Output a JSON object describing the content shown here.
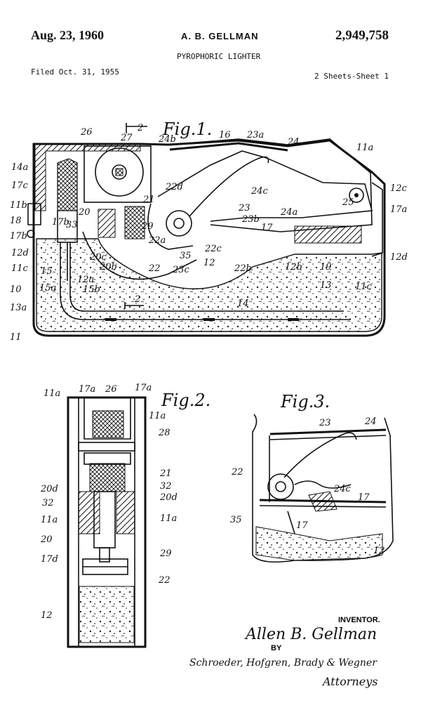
{
  "header": {
    "date": "Aug. 23, 1960",
    "inventor": "A. B. GELLMAN",
    "patent_number": "2,949,758",
    "title": "PYROPHORIC LIGHTER",
    "filed": "Filed Oct. 31, 1955",
    "sheets": "2 Sheets-Sheet 1"
  },
  "figures": {
    "fig1": "Fig.1.",
    "fig2": "Fig.2.",
    "fig3": "Fig.3."
  },
  "fig1_labels": {
    "l26": "26",
    "l27": "27",
    "l2a": "2",
    "l24b": "24b",
    "l16": "16",
    "l23a": "23a",
    "l24": "24",
    "l11a": "11a",
    "l14a": "14a",
    "l17c": "17c",
    "l11b": "11b",
    "l18": "18",
    "l17b": "17b",
    "l12d": "12d",
    "l11c": "11c",
    "l15": "15",
    "l10": "10",
    "l15a": "15a",
    "l13a": "13a",
    "l11": "11",
    "l22d": "22d",
    "l24c": "24c",
    "l25": "25",
    "l12c": "12c",
    "l17a": "17a",
    "l21": "21",
    "l20": "20",
    "l33": "33",
    "l17bb": "17b",
    "l29": "29",
    "l23": "23",
    "l23b": "23b",
    "l24a": "24a",
    "l17": "17",
    "l22a": "22a",
    "l20c": "20c",
    "l20b": "20b",
    "l22": "22",
    "l23c": "23c",
    "l35": "35",
    "l22c": "22c",
    "l12": "12",
    "l22b": "22b",
    "l12b": "12b",
    "l19": "19",
    "l12dd": "12d",
    "l13": "13",
    "l11cc": "11c",
    "l12a": "12a",
    "l15b": "15b",
    "l2b": "2",
    "l14": "14"
  },
  "fig2_labels": {
    "l11a1": "11a",
    "l17a1": "17a",
    "l26": "26",
    "l17a2": "17a",
    "l11a2": "11a",
    "l28": "28",
    "l21": "21",
    "l20d1": "20d",
    "l32a": "32",
    "l32b": "32",
    "l20d2": "20d",
    "l11a3": "11a",
    "l11a4": "11a",
    "l20": "20",
    "l29": "29",
    "l17d": "17d",
    "l22": "22",
    "l12": "12"
  },
  "fig3_labels": {
    "l23": "23",
    "l24": "24",
    "l22": "22",
    "l24c": "24c",
    "l17a": "17",
    "l35": "35",
    "l17b": "17",
    "l12": "12"
  },
  "signature": {
    "inventor_caption": "INVENTOR.",
    "inventor_signature": "Allen B. Gellman",
    "by": "BY",
    "attorney_signature": "Schroeder, Hofgren, Brady & Wegner",
    "attorneys_caption": "Attorneys"
  }
}
